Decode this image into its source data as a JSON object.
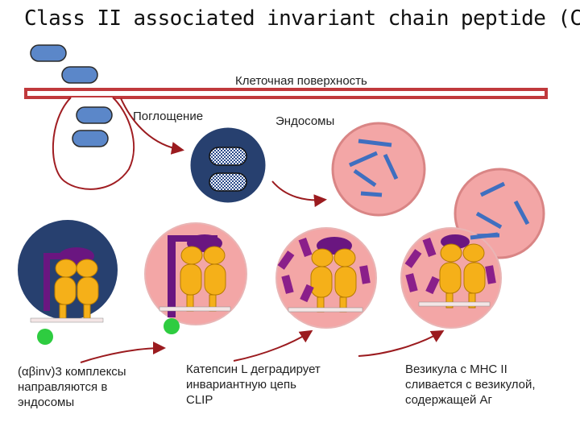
{
  "title": "Class II associated invariant chain peptide (CLIP)",
  "labels": {
    "cell_surface": "Клеточная поверхность",
    "uptake": "Поглощение",
    "endosomes": "Эндосомы"
  },
  "captions": [
    {
      "lines": [
        "(αβinv)3 комплексы",
        "направляются в",
        "эндосомы"
      ]
    },
    {
      "lines": [
        "Катепсин L деградирует",
        "инвариантную цепь",
        "CLIP"
      ]
    },
    {
      "lines": [
        "Везикула с МНС II",
        "сливается с везикулой,",
        "содержащей Аг"
      ]
    }
  ],
  "colors": {
    "membrane": "#c0393c",
    "arrow": "#9b1b1f",
    "dark_vesicle": "#27406f",
    "pink_vesicle": "#f3a6a6",
    "mhc": "#f5b019",
    "invariant_chain": "#6a1680",
    "peptide_fragment": "#8a1f8a",
    "antigen_fragment": "#3f6fc0",
    "anchor": "#2ecc40"
  },
  "icons": [
    "antigen-ellipse-icon",
    "checkered-antigen-icon",
    "mhc-complex-icon",
    "invariant-chain-icon"
  ]
}
